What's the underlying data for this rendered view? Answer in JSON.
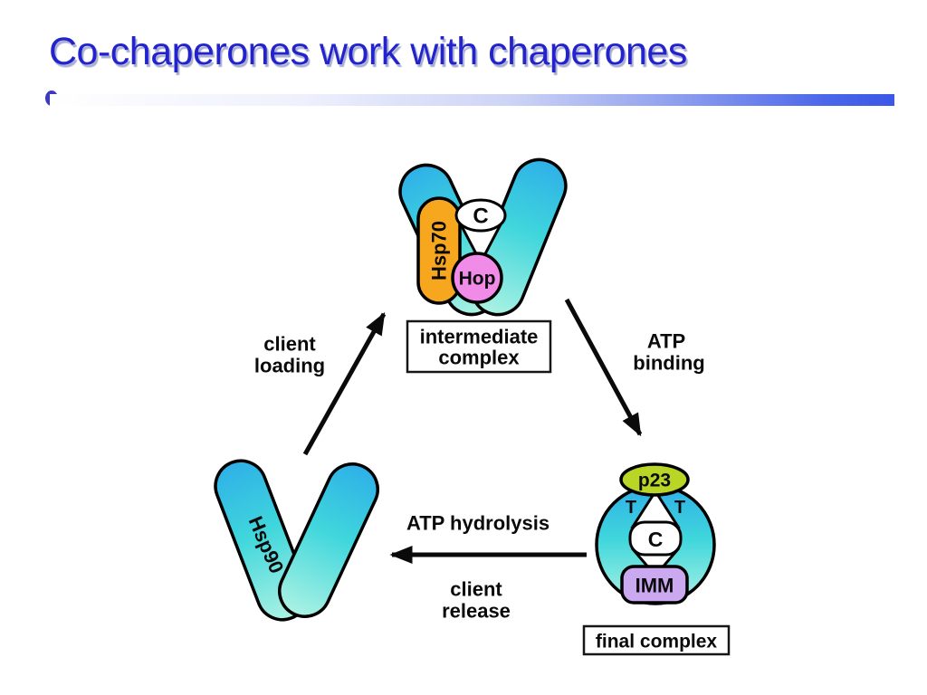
{
  "slide": {
    "title": "Co-chaperones work with chaperones"
  },
  "colors": {
    "title_blue": "#2323CD",
    "underline_bar_blue": "#3B57E5",
    "bullet_blue": "#3A3AC8",
    "capsule_cyan_top": "#2FB0E8",
    "capsule_cyan_mid": "#3FD6DC",
    "capsule_cyan_bottom": "#ABF2E3",
    "hsp70_orange": "#F7A71E",
    "hop_pink": "#F08CE8",
    "p23_green": "#B9D626",
    "imm_lavender": "#CBA9F0",
    "outline_black": "#000000"
  },
  "diagram": {
    "states": {
      "intermediate_complex": {
        "label_line1": "intermediate",
        "label_line2": "complex"
      },
      "final_complex": {
        "label": "final complex"
      }
    },
    "molecules": {
      "hsp70": "Hsp70",
      "hsp90": "Hsp90",
      "hop": "Hop",
      "client_c_top": "C",
      "client_c_final": "C",
      "p23": "p23",
      "imm": "IMM",
      "t_left": "T",
      "t_right": "T"
    },
    "transitions": {
      "client_loading": {
        "line1": "client",
        "line2": "loading"
      },
      "atp_binding": {
        "line1": "ATP",
        "line2": "binding"
      },
      "atp_hydrolysis": {
        "label": "ATP hydrolysis"
      },
      "client_release": {
        "line1": "client",
        "line2": "release"
      }
    }
  }
}
